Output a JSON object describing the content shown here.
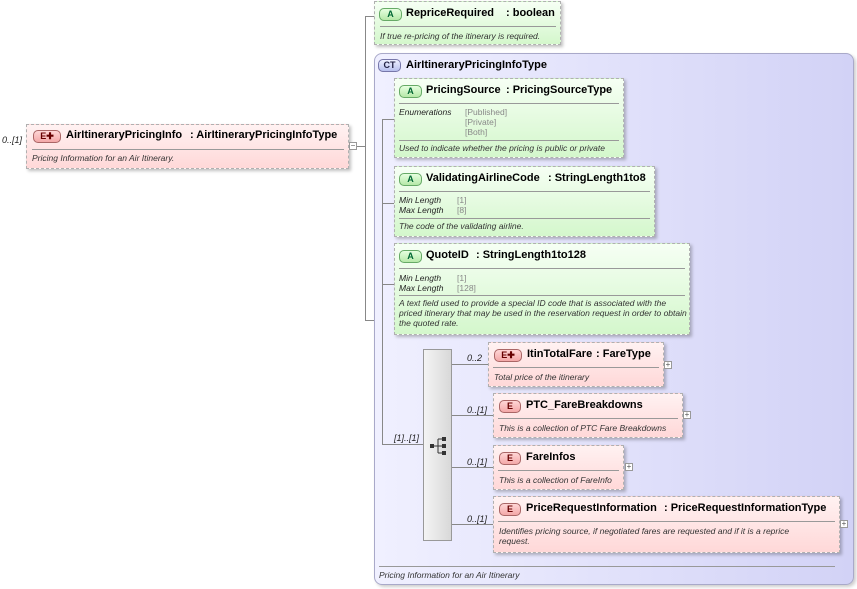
{
  "root": {
    "occurrence": "0..[1]",
    "badge": "E",
    "name": "AirItineraryPricingInfo",
    "type": ": AirItineraryPricingInfoType",
    "doc": "Pricing Information for an Air Itinerary."
  },
  "reprice": {
    "badge": "A",
    "name": "RepriceRequired",
    "type": ": boolean",
    "doc": "If true re-pricing of the itinerary is required."
  },
  "ct": {
    "badge": "CT",
    "name": "AirItineraryPricingInfoType",
    "doc": "Pricing Information for an Air Itinerary"
  },
  "pricing_source": {
    "badge": "A",
    "name": "PricingSource",
    "type": ": PricingSourceType",
    "prop_label": "Enumerations",
    "values": [
      "[Published]",
      "[Private]",
      "[Both]"
    ],
    "doc": "Used to indicate whether the pricing is public or private"
  },
  "validating": {
    "badge": "A",
    "name": "ValidatingAirlineCode",
    "type": ": StringLength1to8",
    "min_label": "Min Length",
    "min_value": "[1]",
    "max_label": "Max Length",
    "max_value": "[8]",
    "doc": "The code of the validating airline."
  },
  "quote": {
    "badge": "A",
    "name": "QuoteID",
    "type": ": StringLength1to128",
    "min_label": "Min Length",
    "min_value": "[1]",
    "max_label": "Max Length",
    "max_value": "[128]",
    "doc": "A text field used to provide a special ID code that is associated with the priced itinerary that may be used in the reservation request in order to obtain the quoted rate."
  },
  "sequence": {
    "occurrence": "[1]..[1]"
  },
  "itin": {
    "occurrence": "0..2",
    "badge": "E",
    "name": "ItinTotalFare",
    "type": ": FareType",
    "doc": "Total price of the itinerary"
  },
  "ptc": {
    "occurrence": "0..[1]",
    "badge": "E",
    "name": "PTC_FareBreakdowns",
    "doc": "This is a collection of PTC Fare Breakdowns"
  },
  "fareinfos": {
    "occurrence": "0..[1]",
    "badge": "E",
    "name": "FareInfos",
    "doc": "This is a collection of FareInfo"
  },
  "pri": {
    "occurrence": "0..[1]",
    "badge": "E",
    "name": "PriceRequestInformation",
    "type": ": PriceRequestInformationType",
    "doc": "Identifies pricing source, if negotiated fares are requested and if it is a reprice request."
  },
  "colors": {
    "element_fill": "#ffd8d8",
    "attribute_fill": "#d4f7cc",
    "complex_type_fill": "#dcdcfa"
  }
}
